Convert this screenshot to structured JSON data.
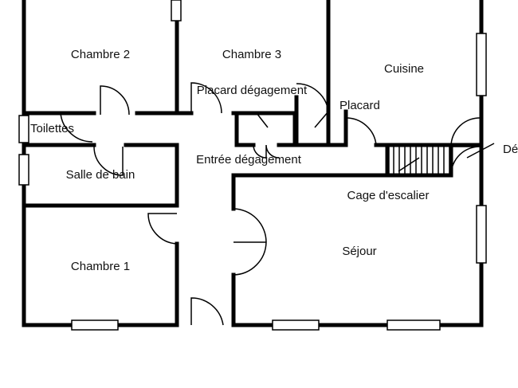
{
  "rooms": {
    "chambre2": "Chambre 2",
    "chambre3": "Chambre 3",
    "cuisine": "Cuisine",
    "placard_degagement": "Placard dégagement",
    "placard": "Placard",
    "toilettes": "Toilettes",
    "salle_de_bain": "Salle de bain",
    "entree_degagement": "Entrée dégagement",
    "cage_escalier": "Cage d'escalier",
    "chambre1": "Chambre 1",
    "sejour": "Séjour",
    "degagement_cut": "Dé"
  }
}
